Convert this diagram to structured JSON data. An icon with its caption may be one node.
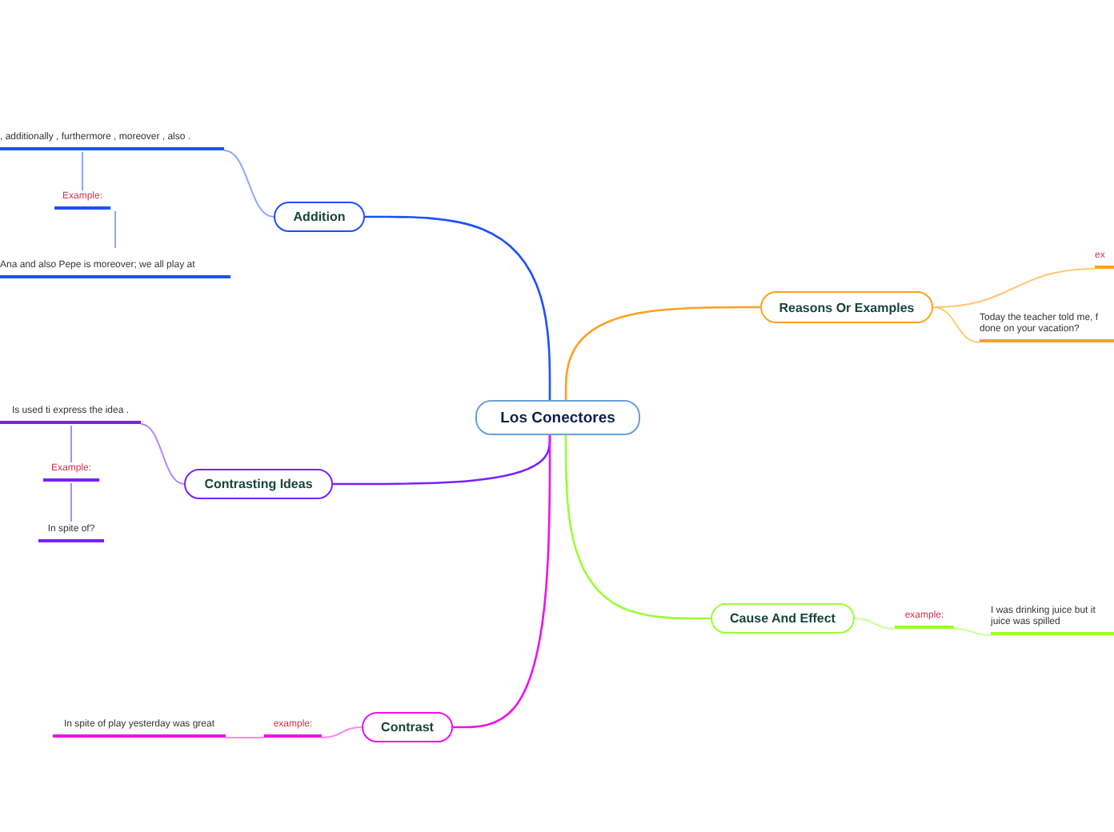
{
  "diagram": {
    "nodes": [
      {
        "text": [
          "Los Conectores"
        ]
      },
      {
        "text": [
          "Addition"
        ]
      },
      {
        "text": [
          ", additionally , furthermore , moreover , also ."
        ]
      },
      {
        "text": [
          "Example:"
        ]
      },
      {
        "text": [
          "Ana and also Pepe is moreover; we all play at"
        ]
      },
      {
        "text": [
          "Contrasting Ideas"
        ]
      },
      {
        "text": [
          "Is used ti express the idea ."
        ]
      },
      {
        "text": [
          "Example:"
        ]
      },
      {
        "text": [
          "In spite of?"
        ]
      },
      {
        "text": [
          "Contrast"
        ]
      },
      {
        "text": [
          "example:"
        ]
      },
      {
        "text": [
          "In spite of play yesterday was great"
        ]
      },
      {
        "text": [
          "Reasons Or Examples"
        ]
      },
      {
        "text": [
          "ex"
        ]
      },
      {
        "text": [
          "Today the teacher told me, f done on your vacation?"
        ]
      },
      {
        "text": [
          "Cause And Effect"
        ]
      },
      {
        "text": [
          "example:"
        ]
      },
      {
        "text": [
          "I was drinking juice but it juice was spilled"
        ]
      }
    ],
    "edges": [
      {
        "from": 0,
        "to": 1,
        "arrow": "none",
        "color": "#1e50ff"
      },
      {
        "from": 1,
        "to": 2,
        "arrow": "none",
        "color": "#8aa8ff"
      },
      {
        "from": 2,
        "to": 3,
        "arrow": "none",
        "color": "#8aa8ff"
      },
      {
        "from": 3,
        "to": 4,
        "arrow": "none",
        "color": "#8aa8ff"
      },
      {
        "from": 0,
        "to": 5,
        "arrow": "none",
        "color": "#7a1fff"
      },
      {
        "from": 5,
        "to": 6,
        "arrow": "none",
        "color": "#b088ff"
      },
      {
        "from": 6,
        "to": 7,
        "arrow": "none",
        "color": "#b088ff"
      },
      {
        "from": 7,
        "to": 8,
        "arrow": "none",
        "color": "#b088ff"
      },
      {
        "from": 0,
        "to": 9,
        "arrow": "none",
        "color": "#ee11ee"
      },
      {
        "from": 9,
        "to": 10,
        "arrow": "none",
        "color": "#f58cf5"
      },
      {
        "from": 10,
        "to": 11,
        "arrow": "none",
        "color": "#f58cf5"
      },
      {
        "from": 0,
        "to": 12,
        "arrow": "none",
        "color": "#ffa020"
      },
      {
        "from": 12,
        "to": 13,
        "arrow": "none",
        "color": "#ffc870"
      },
      {
        "from": 12,
        "to": 14,
        "arrow": "none",
        "color": "#ffc870"
      },
      {
        "from": 0,
        "to": 15,
        "arrow": "none",
        "color": "#99ff33"
      },
      {
        "from": 15,
        "to": 16,
        "arrow": "none",
        "color": "#ccff99"
      },
      {
        "from": 16,
        "to": 17,
        "arrow": "none",
        "color": "#ccff99"
      }
    ]
  }
}
